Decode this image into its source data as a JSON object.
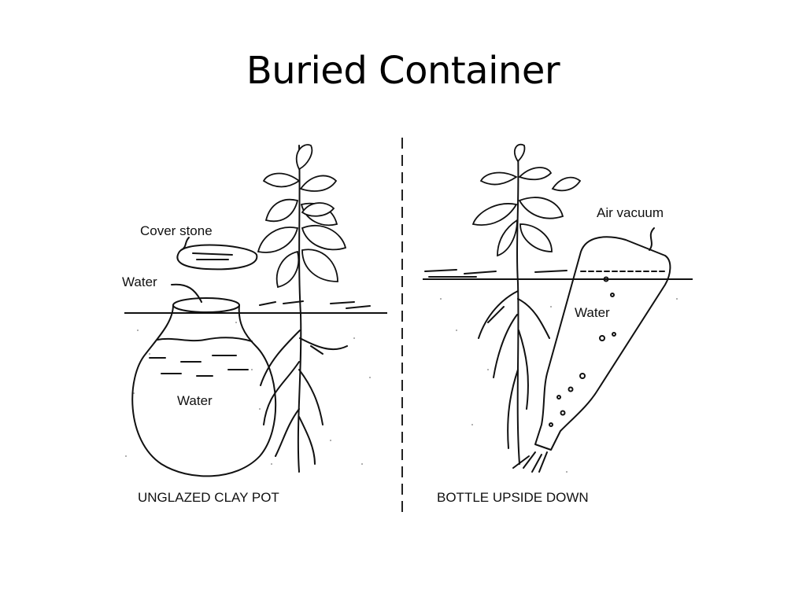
{
  "slide": {
    "title": "Buried Container"
  },
  "left_panel": {
    "labels": {
      "cover_stone": "Cover stone",
      "water_top": "Water",
      "water_inside": "Water"
    },
    "caption": "UNGLAZED CLAY POT"
  },
  "right_panel": {
    "labels": {
      "air_vacuum": "Air vacuum",
      "water": "Water"
    },
    "caption": "BOTTLE UPSIDE DOWN"
  }
}
